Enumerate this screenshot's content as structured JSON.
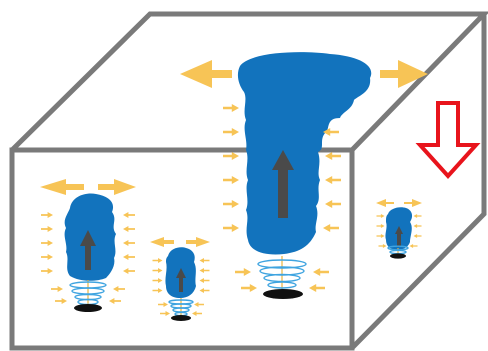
{
  "colors": {
    "box_edge": "#7a7a7a",
    "plume": "#1273bd",
    "updraft_arrow": "#4a4a4a",
    "inflow_arrows": "#f7c456",
    "vortex_rings": "#3fa4e0",
    "base": "#111111",
    "downward_arrow": "#e8141c"
  },
  "icons": [
    "open-box-outline",
    "large-plume",
    "medium-plume",
    "small-plume-front",
    "small-plume-right",
    "updraft-arrow",
    "inflow-arrow",
    "outflow-arrow",
    "vortex-rings",
    "base-pad",
    "downward-arrow-outline"
  ],
  "plumes": [
    {
      "name": "large-plume",
      "scale": 1.0
    },
    {
      "name": "medium-plume-left",
      "scale": 0.55
    },
    {
      "name": "small-plume-front",
      "scale": 0.38
    },
    {
      "name": "small-plume-right",
      "scale": 0.3
    }
  ]
}
